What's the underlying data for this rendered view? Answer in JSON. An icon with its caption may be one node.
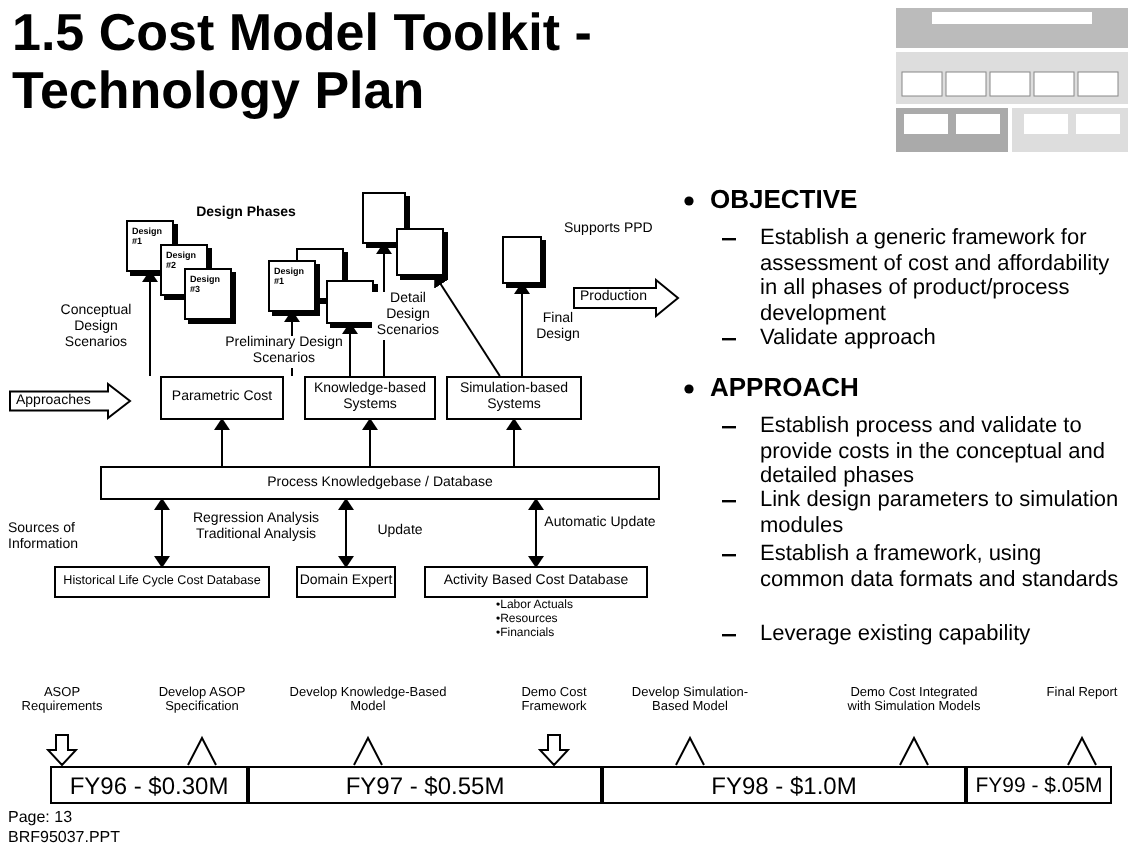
{
  "diagram": {
    "title": "1.5 Cost Model Toolkit - Technology Plan",
    "nodes": [
      {
        "text": [
          "Design #1"
        ]
      },
      {
        "text": [
          "Design #2"
        ]
      },
      {
        "text": [
          "Design #3"
        ]
      },
      {
        "text": [],
        "shape": "box"
      },
      {
        "text": [
          "Design #1"
        ]
      },
      {
        "text": [],
        "shape": "box"
      },
      {
        "text": [],
        "shape": "box"
      },
      {
        "text": [],
        "shape": "box"
      },
      {
        "text": [],
        "shape": "box"
      },
      {
        "text": [
          "Parametric Cost"
        ]
      },
      {
        "text": [
          "Knowledge-based Systems"
        ]
      },
      {
        "text": [
          "Simulation-based Systems"
        ]
      },
      {
        "text": [
          "Process Knowledgebase / Database"
        ]
      },
      {
        "text": [
          "Historical Life Cycle Cost Database"
        ]
      },
      {
        "text": [
          "Domain Expert"
        ]
      },
      {
        "text": [
          "Activity Based Cost Database"
        ],
        "beside": [
          "•Labor Actuals",
          "•Resources",
          "•Financials"
        ]
      },
      {
        "text": [
          "Approaches"
        ]
      },
      {
        "text": [
          "Production"
        ]
      },
      {
        "text": [
          "FY96 - $0.30M"
        ]
      },
      {
        "text": [
          "FY97 - $0.55M"
        ]
      },
      {
        "text": [
          "FY98 - $1.0M"
        ]
      },
      {
        "text": [
          "FY99 - $.05M"
        ]
      }
    ],
    "edges": [
      {
        "from": 9,
        "to": 0,
        "arrow": "to"
      },
      {
        "from": 9,
        "to": 4,
        "arrow": "to"
      },
      {
        "from": 10,
        "to": 5,
        "arrow": "to"
      },
      {
        "from": 10,
        "to": 6,
        "arrow": "to"
      },
      {
        "from": 11,
        "to": 7,
        "arrow": "to"
      },
      {
        "from": 11,
        "to": 8,
        "arrow": "to"
      },
      {
        "from": 12,
        "to": 9,
        "arrow": "to"
      },
      {
        "from": 12,
        "to": 10,
        "arrow": "to"
      },
      {
        "from": 12,
        "to": 11,
        "arrow": "to"
      },
      {
        "from": 13,
        "to": 12,
        "arrow": "both",
        "label": "Regression Analysis Traditional Analysis"
      },
      {
        "from": 14,
        "to": 12,
        "arrow": "both",
        "label": "Update"
      },
      {
        "from": 15,
        "to": 12,
        "arrow": "both",
        "label": "Automatic Update"
      }
    ],
    "labels": [
      "Design Phases",
      "Supports PPD",
      "Conceptual Design Scenarios",
      "Preliminary Design Scenarios",
      "Detail Design Scenarios",
      "Final Design",
      "Sources of Information",
      "OBJECTIVE",
      "Establish a generic framework for assessment of cost and affordability in all phases of product/process development",
      "Validate approach",
      "APPROACH",
      "Establish process and validate to provide costs in the conceptual and detailed phases",
      "Link design parameters to simulation modules",
      "Establish a framework, using common data formats and standards",
      "Leverage existing capability",
      "ASOP Requirements",
      "Develop ASOP Specification",
      "Develop Knowledge-Based Model",
      "Demo Cost Framework",
      "Develop Simulation-Based Model",
      "Demo Cost Integrated with Simulation Models",
      "Final Report",
      "Page: 13",
      "BRF95037.PPT"
    ]
  }
}
